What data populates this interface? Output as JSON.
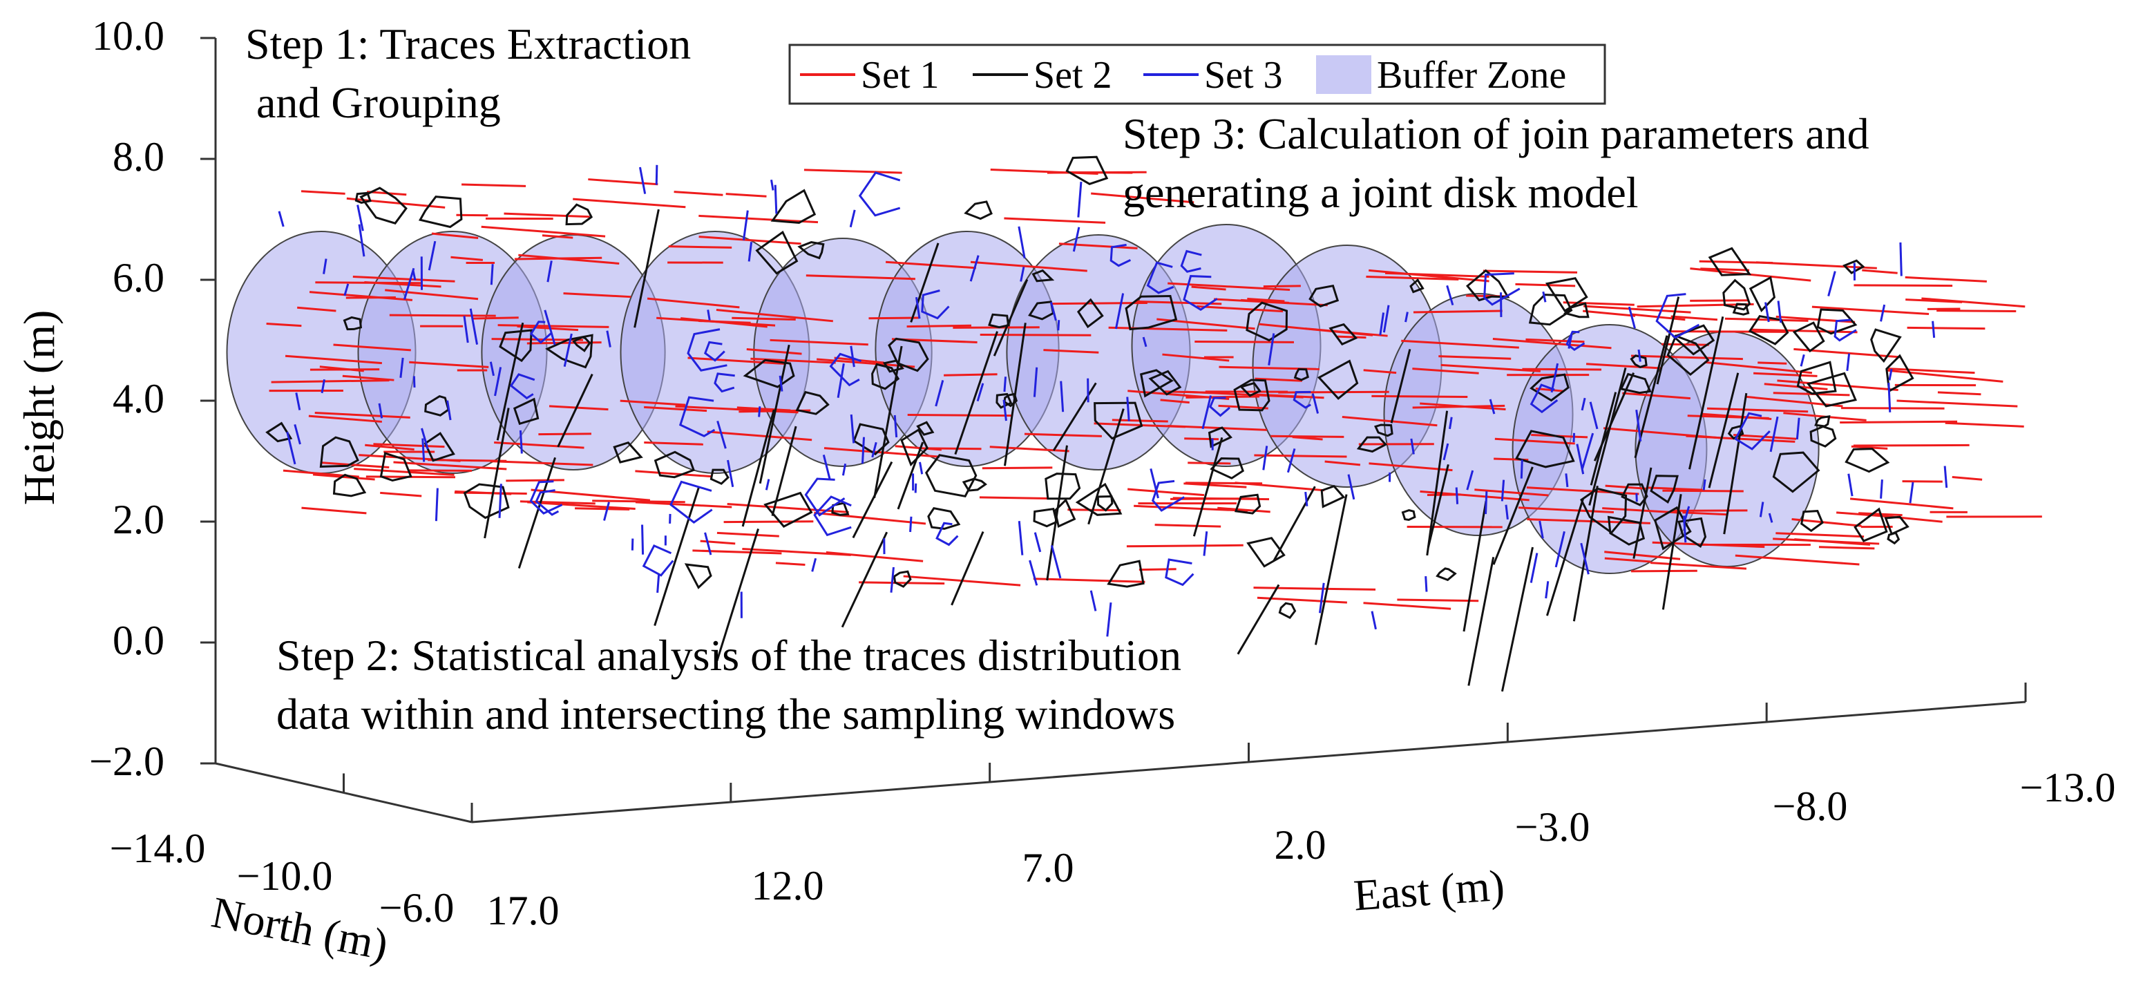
{
  "chart_data": {
    "type": "scatter",
    "title": "",
    "axes": {
      "z": {
        "label": "Height (m)",
        "range": [
          -2.0,
          10.0
        ],
        "ticks": [
          "10.0",
          "8.0",
          "6.0",
          "4.0",
          "2.0",
          "0.0",
          "−2.0"
        ]
      },
      "x": {
        "label": "East (m)",
        "range": [
          17.0,
          -13.0
        ],
        "ticks": [
          "17.0",
          "12.0",
          "7.0",
          "2.0",
          "−3.0",
          "−8.0",
          "−13.0"
        ]
      },
      "y": {
        "label": "North (m)",
        "range": [
          -14.0,
          -6.0
        ],
        "ticks": [
          "−14.0",
          "−10.0",
          "−6.0"
        ]
      }
    },
    "grid": false,
    "legend": {
      "placement": "top-center",
      "entries": [
        {
          "label": "Set 1",
          "color": "#ee1c1c",
          "kind": "line"
        },
        {
          "label": "Set 2",
          "color": "#111111",
          "kind": "line"
        },
        {
          "label": "Set 3",
          "color": "#2222dd",
          "kind": "line"
        },
        {
          "label": "Buffer Zone",
          "color": "#c9c9f5",
          "kind": "patch"
        }
      ]
    },
    "series": [
      {
        "name": "Set 1",
        "color": "#ee1c1c"
      },
      {
        "name": "Set 2",
        "color": "#111111"
      },
      {
        "name": "Set 3",
        "color": "#2222dd"
      },
      {
        "name": "Buffer Zone",
        "color": "#aaaaee"
      }
    ],
    "annotations": {
      "step1": [
        "Step 1: Traces Extraction",
        " and Grouping"
      ],
      "step2": [
        "Step 2: Statistical analysis of the traces distribution",
        "data within and intersecting the sampling windows"
      ],
      "step3": [
        "Step 3: Calculation of join parameters and",
        "generating a joint disk model"
      ]
    }
  }
}
